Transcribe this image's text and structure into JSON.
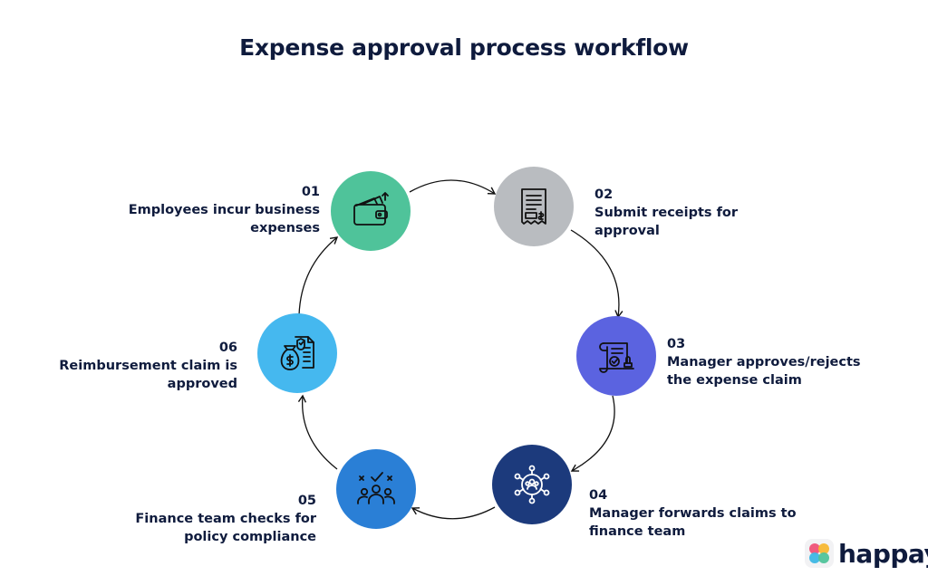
{
  "title": "Expense approval process workflow",
  "steps": [
    {
      "num": "01",
      "label": "Employees incur business expenses",
      "icon": "wallet-icon",
      "color": "#4fc39a"
    },
    {
      "num": "02",
      "label": "Submit receipts for approval",
      "icon": "receipt-icon",
      "color": "#b9bcc0"
    },
    {
      "num": "03",
      "label": "Manager approves/rejects the expense claim",
      "icon": "approval-scroll-icon",
      "color": "#5b63e0"
    },
    {
      "num": "04",
      "label": "Manager forwards claims to finance team",
      "icon": "network-icon",
      "color": "#1c3a7c"
    },
    {
      "num": "05",
      "label": "Finance team checks for policy compliance",
      "icon": "team-check-icon",
      "color": "#2a7fd6"
    },
    {
      "num": "06",
      "label": "Reimbursement claim is approved",
      "icon": "money-document-icon",
      "color": "#45b8ef"
    }
  ],
  "logo": {
    "text": "happay"
  }
}
